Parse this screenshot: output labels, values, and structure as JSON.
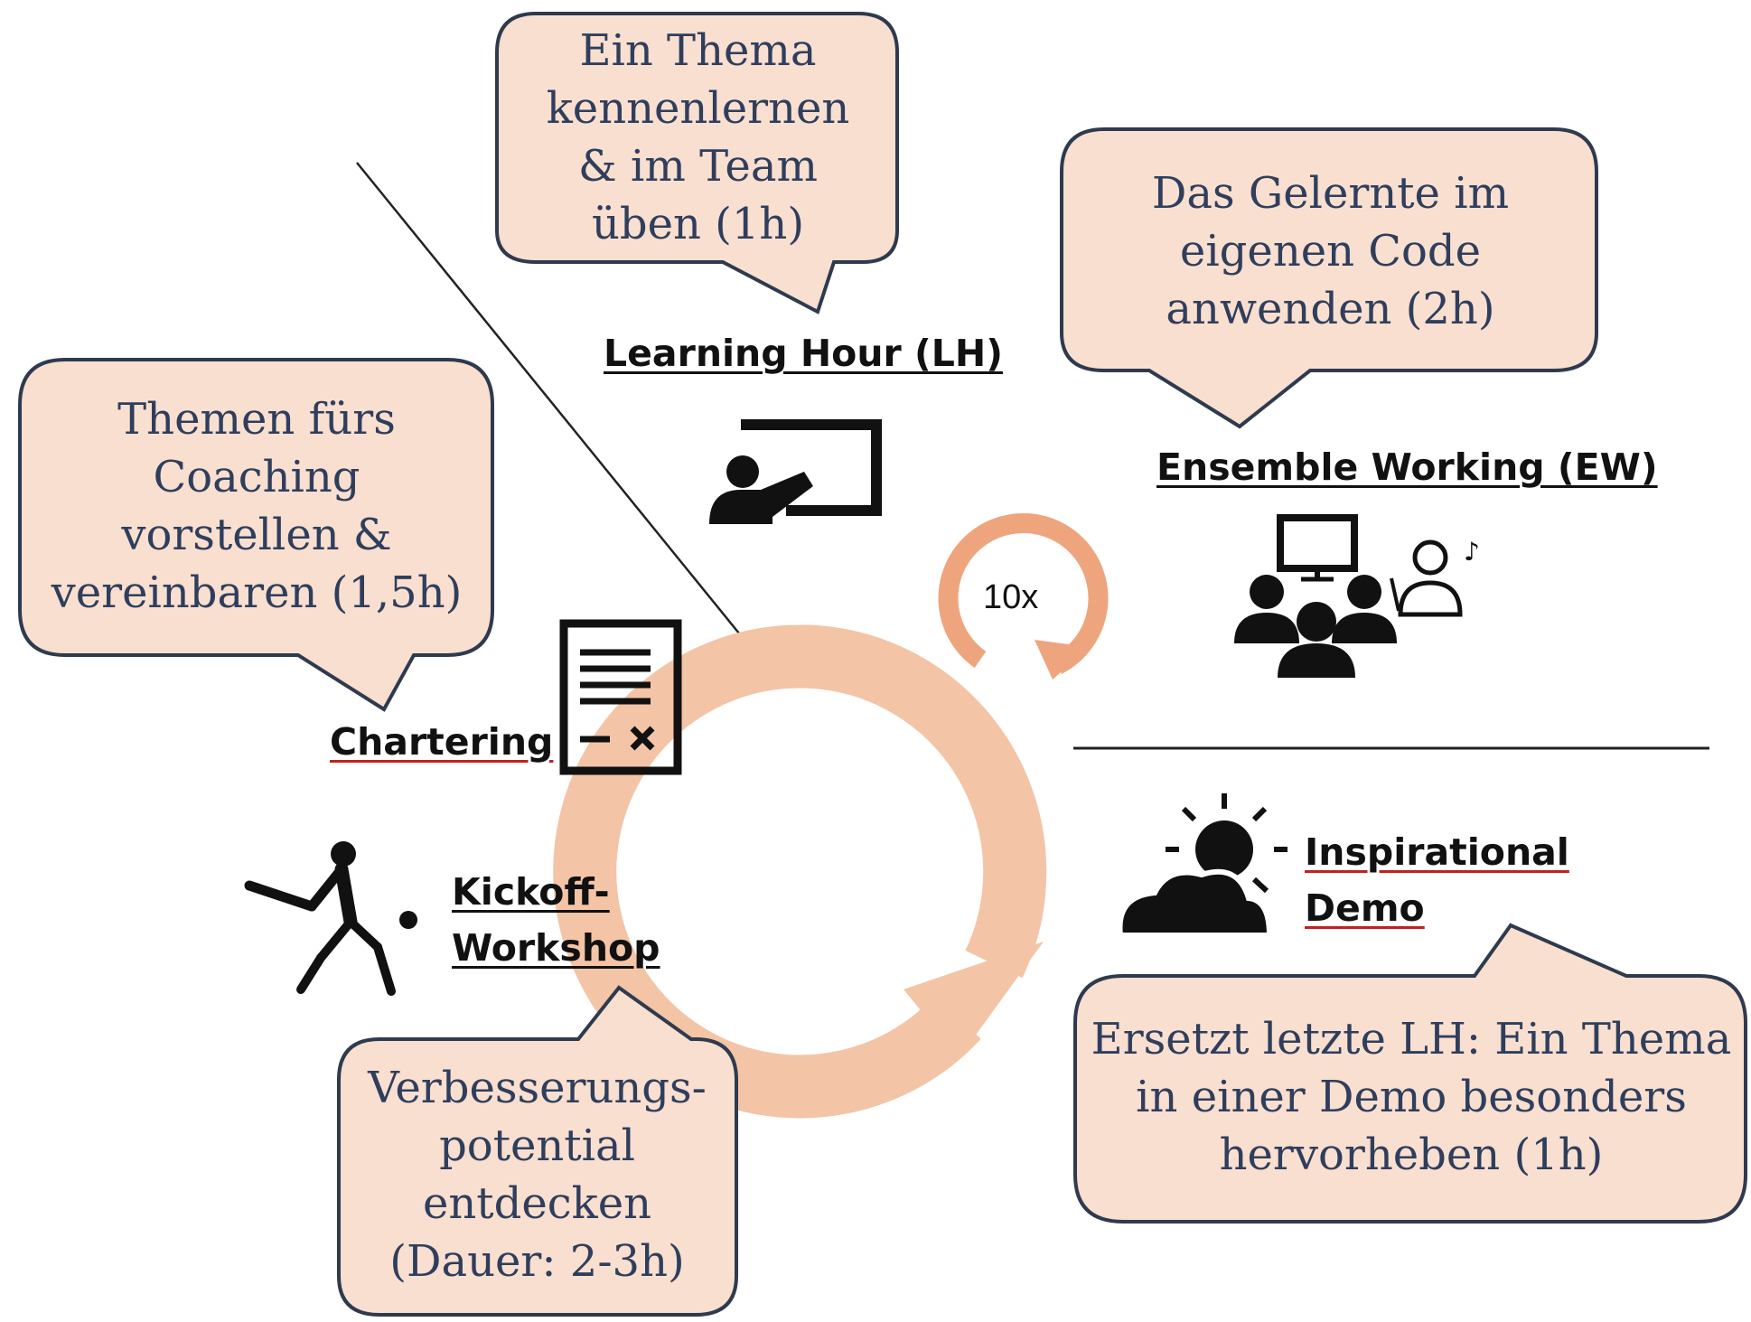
{
  "colors": {
    "bubble_fill": "#f9dfd0",
    "bubble_stroke": "#2e3a4e",
    "bubble_text": "#2f3e5c",
    "cycle_large": "#f4c4a6",
    "cycle_small": "#eea57e",
    "label_text": "#111111",
    "spellcheck_underline": "#c22020"
  },
  "bubbles": {
    "learning_hour": [
      "Ein Thema",
      "kennenlernen",
      "& im Team",
      "üben (1h)"
    ],
    "ensemble_working": [
      "Das Gelernte im",
      "eigenen Code",
      "anwenden (2h)"
    ],
    "chartering": [
      "Themen fürs",
      "Coaching",
      "vorstellen &",
      "vereinbaren (1,5h)"
    ],
    "kickoff": [
      "Verbesserungs-",
      "potential",
      "entdecken",
      "(Dauer: 2-3h)"
    ],
    "demo": [
      "Ersetzt letzte LH: Ein Thema",
      "in einer Demo besonders",
      "hervorheben (1h)"
    ]
  },
  "labels": {
    "learning_hour": "Learning Hour (LH)",
    "ensemble_working": "Ensemble Working (EW)",
    "chartering": "Chartering",
    "kickoff": [
      "Kickoff-",
      "Workshop"
    ],
    "demo": [
      "Inspirational",
      "Demo"
    ]
  },
  "cycle": {
    "repeat_label": "10x"
  },
  "icons": {
    "learning_hour": "teacher-presentation-icon",
    "ensemble_working": "team-meeting-icon",
    "chartering": "contract-document-icon",
    "kickoff": "cricket-player-icon",
    "demo": "sun-behind-cloud-icon"
  }
}
